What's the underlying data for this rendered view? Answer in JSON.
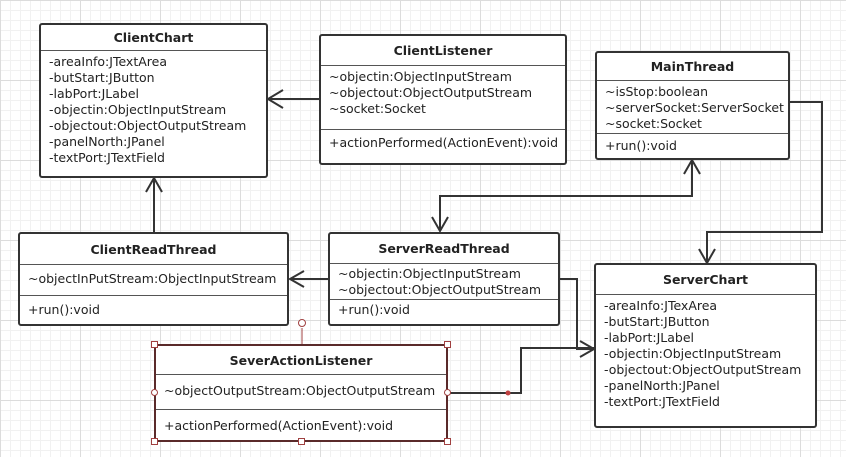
{
  "classes": {
    "client_chart": {
      "name": "ClientChart",
      "attributes": [
        "-areaInfo:JTextArea",
        "-butStart:JButton",
        "-labPort:JLabel",
        "-objectin:ObjectInputStream",
        "-objectout:ObjectOutputStream",
        "-panelNorth:JPanel",
        "-textPort:JTextField"
      ],
      "operations": []
    },
    "client_listener": {
      "name": "ClientListener",
      "attributes": [
        "~objectin:ObjectInputStream",
        "~objectout:ObjectOutputStream",
        "~socket:Socket"
      ],
      "operations": [
        "+actionPerformed(ActionEvent):void"
      ]
    },
    "main_thread": {
      "name": "MainThread",
      "attributes": [
        "~isStop:boolean",
        "~serverSocket:ServerSocket",
        "~socket:Socket"
      ],
      "operations": [
        "+run():void"
      ]
    },
    "client_read_thread": {
      "name": "ClientReadThread",
      "attributes": [
        "~objectInPutStream:ObjectInputStream"
      ],
      "operations": [
        "+run():void"
      ]
    },
    "server_read_thread": {
      "name": "ServerReadThread",
      "attributes": [
        "~objectin:ObjectInputStream",
        "~objectout:ObjectOutputStream"
      ],
      "operations": [
        "+run():void"
      ]
    },
    "server_chart": {
      "name": "ServerChart",
      "attributes": [
        "-areaInfo:JTexArea",
        "-butStart:JButton",
        "-labPort:JLabel",
        "-objectin:ObjectInputStream",
        "-objectout:ObjectOutputStream",
        "-panelNorth:JPanel",
        "-textPort:JTextField"
      ],
      "operations": []
    },
    "sever_action_listener": {
      "name": "SeverActionListener",
      "attributes": [
        "~objectOutputStream:ObjectOutputStream"
      ],
      "operations": [
        "+actionPerformed(ActionEvent):void"
      ]
    }
  },
  "relationships": [
    {
      "from": "ClientListener",
      "to": "ClientChart"
    },
    {
      "from": "ClientReadThread",
      "to": "ClientChart"
    },
    {
      "from": "MainThread",
      "to": "ServerReadThread"
    },
    {
      "from": "ServerReadThread",
      "to": "MainThread"
    },
    {
      "from": "MainThread",
      "to": "ServerChart"
    },
    {
      "from": "ServerReadThread",
      "to": "ClientReadThread"
    },
    {
      "from": "ServerReadThread",
      "to": "ServerChart"
    },
    {
      "from": "SeverActionListener",
      "to": "ServerChart"
    }
  ],
  "colors": {
    "border": "#333333",
    "grid": "#dcdcdc",
    "selection": "#a04040"
  }
}
